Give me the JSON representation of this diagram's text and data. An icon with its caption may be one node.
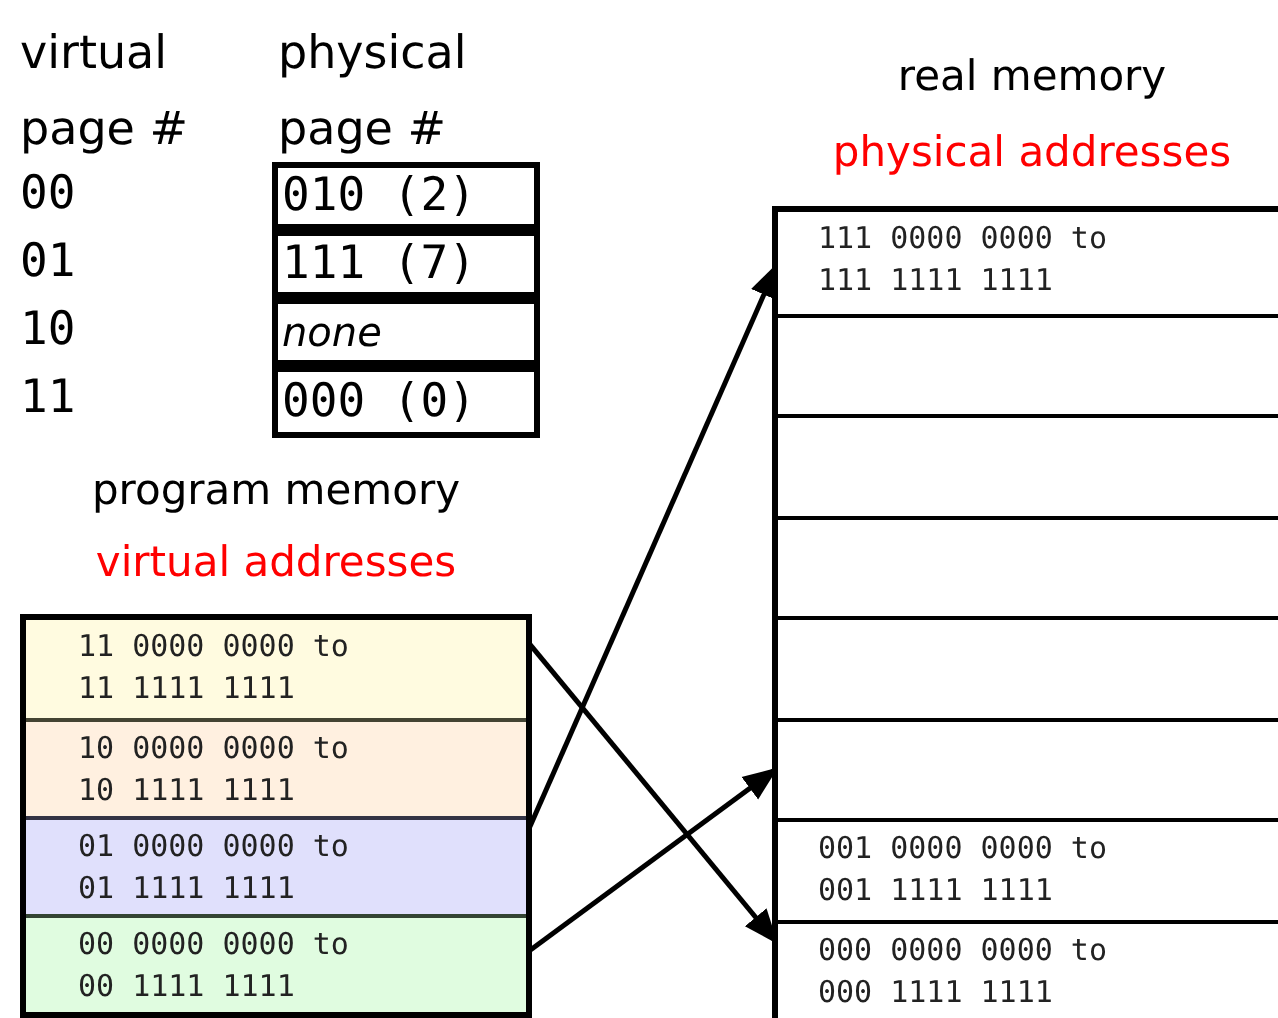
{
  "diagram": {
    "nodes": [
      {
        "text": [
          "program memory",
          "virtual addresses"
        ]
      },
      {
        "text": [
          "11 0000 0000 to 11 1111 1111"
        ],
        "in": 0
      },
      {
        "text": [
          "10 0000 0000 to 10 1111 1111"
        ],
        "in": 0
      },
      {
        "text": [
          "01 0000 0000 to 01 1111 1111"
        ],
        "in": 0
      },
      {
        "text": [
          "00 0000 0000 to 00 1111 1111"
        ],
        "in": 0
      },
      {
        "text": [
          "real memory",
          "physical addresses"
        ]
      },
      {
        "text": [
          "111 0000 0000 to 111 1111 1111"
        ],
        "in": 5
      },
      {
        "text": [],
        "shape": "box",
        "in": 5
      },
      {
        "text": [],
        "shape": "box",
        "in": 5
      },
      {
        "text": [],
        "shape": "box",
        "in": 5
      },
      {
        "text": [],
        "shape": "box",
        "in": 5
      },
      {
        "text": [],
        "shape": "box",
        "in": 5
      },
      {
        "text": [
          "001 0000 0000 to 001 1111 1111"
        ],
        "in": 5
      },
      {
        "text": [
          "000 0000 0000 to 000 1111 1111"
        ],
        "in": 5
      }
    ],
    "edges": [
      {
        "from": 1,
        "to": 13,
        "arrow": "to"
      },
      {
        "from": 3,
        "to": 6,
        "arrow": "to"
      },
      {
        "from": 4,
        "to": 11,
        "arrow": "to"
      }
    ],
    "labels": [
      "virtual page #",
      "physical page #",
      "00",
      "010 (2)",
      "01",
      "111 (7)",
      "10",
      "none",
      "11",
      "000 (0)"
    ]
  }
}
